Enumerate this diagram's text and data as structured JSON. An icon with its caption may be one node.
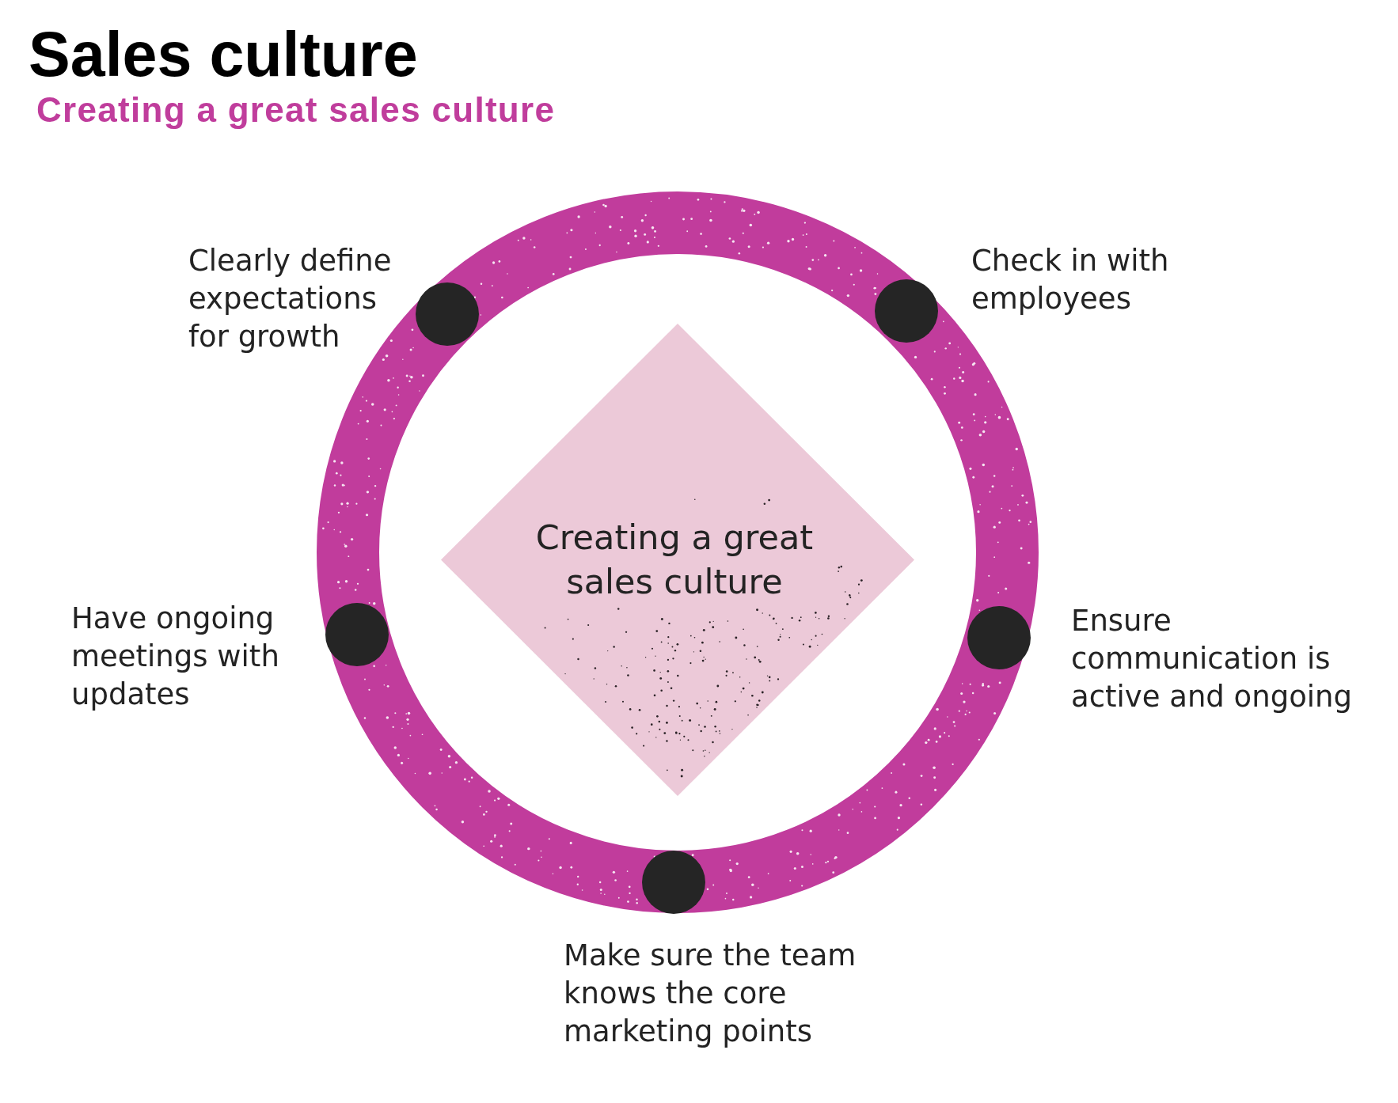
{
  "diagram": {
    "title": "Sales culture",
    "nodes": [
      {
        "text": [],
        "shape": "circle",
        "beside": [
          "Clearly define expectations for growth"
        ]
      },
      {
        "text": [],
        "shape": "circle",
        "beside": [
          "Check in with employees"
        ]
      },
      {
        "text": [
          "Creating a great sales culture"
        ]
      },
      {
        "text": [],
        "shape": "circle",
        "beside": [
          "Have ongoing meetings with updates"
        ]
      },
      {
        "text": [],
        "shape": "circle",
        "beside": [
          "Ensure communication is active and ongoing"
        ]
      },
      {
        "text": [],
        "shape": "circle",
        "beside": [
          "Make sure the team knows the core marketing points"
        ]
      }
    ],
    "labels": [
      "Creating a great sales culture"
    ]
  }
}
